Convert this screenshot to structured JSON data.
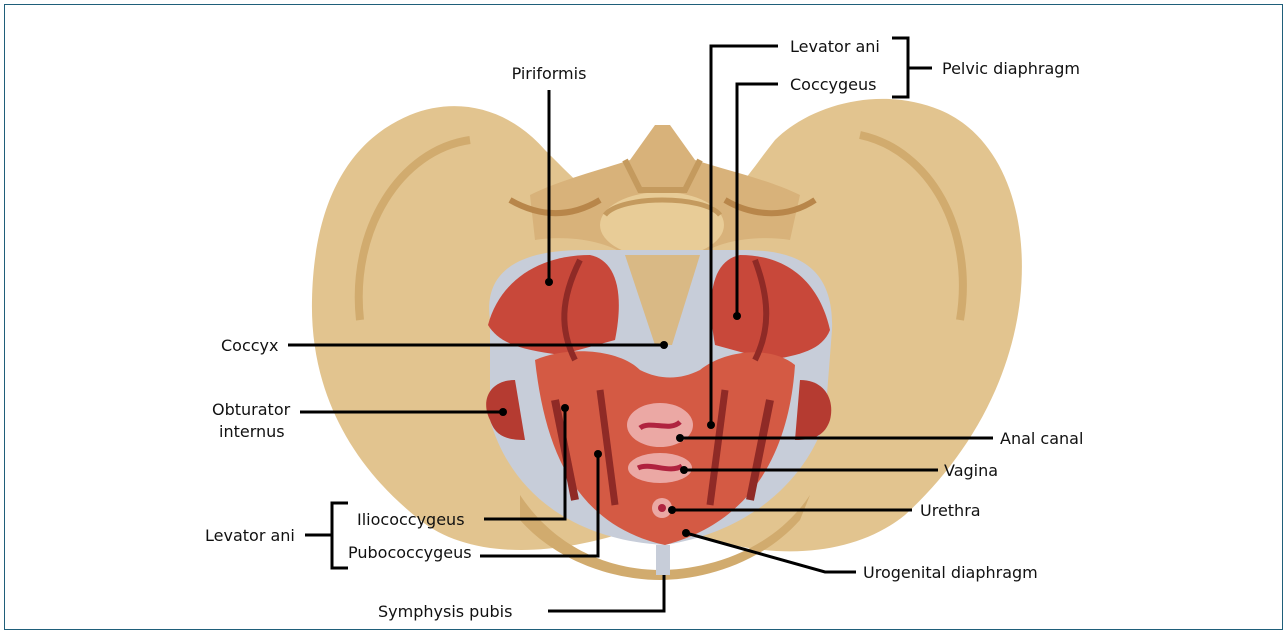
{
  "labels": {
    "piriformis": "Piriformis",
    "levator_ani_top": "Levator ani",
    "coccygeus": "Coccygeus",
    "pelvic_diaphragm": "Pelvic diaphragm",
    "coccyx": "Coccyx",
    "obturator_line1": "Obturator",
    "obturator_line2": "internus",
    "anal_canal": "Anal canal",
    "vagina": "Vagina",
    "urethra": "Urethra",
    "levator_ani_left": "Levator ani",
    "iliococcygeus": "Iliococcygeus",
    "pubococcygeus": "Pubococcygeus",
    "urogenital_diaphragm": "Urogenital diaphragm",
    "symphysis_pubis": "Symphysis pubis"
  },
  "colors": {
    "bone": "#e2c48f",
    "bone_dark": "#d1ab6e",
    "muscle": "#c8483a",
    "muscle_dark": "#8f2a26",
    "ligament": "#c7cdd9",
    "organ": "#eba8a4",
    "frame": "#1f5f7a"
  }
}
